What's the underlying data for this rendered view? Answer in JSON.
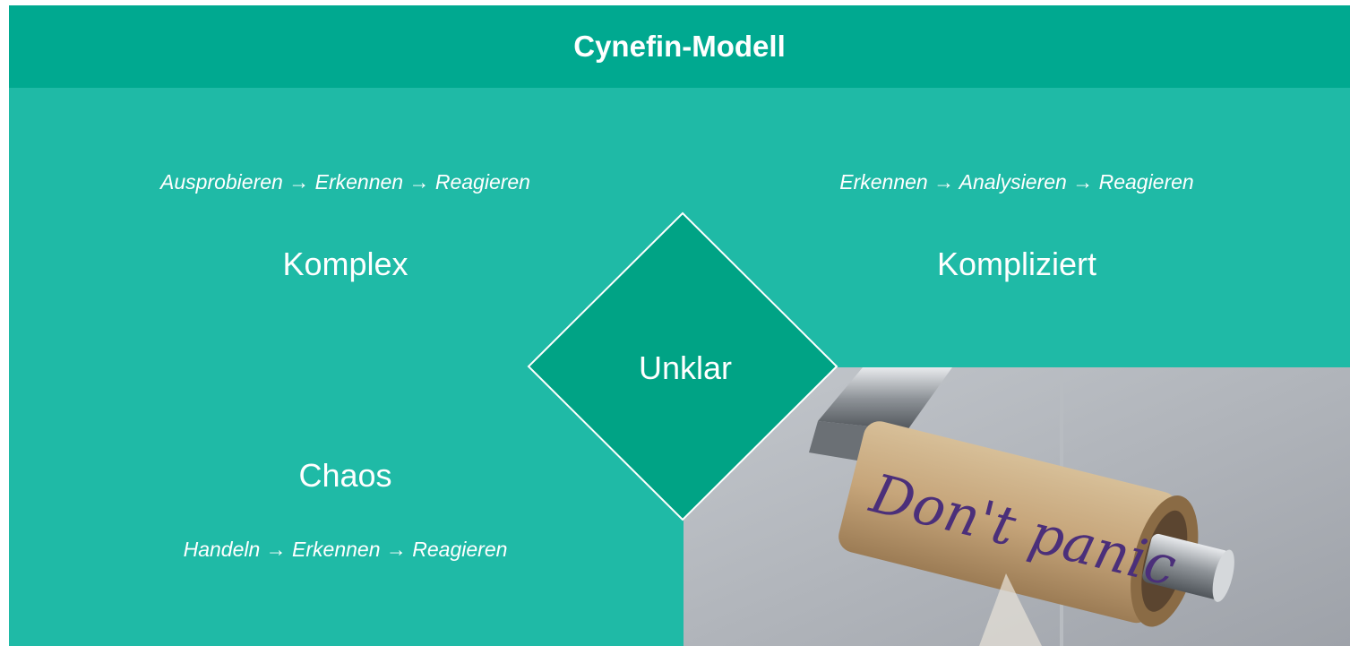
{
  "header": {
    "title": "Cynefin-Modell"
  },
  "quadrants": {
    "top_left": {
      "name": "Komplex",
      "approach": "Ausprobieren → Erkennen → Reagieren"
    },
    "top_right": {
      "name": "Kompliziert",
      "approach": "Erkennen → Analysieren → Reagieren"
    },
    "bottom_left": {
      "name": "Chaos",
      "approach": "Handeln → Erkennen → Reagieren"
    },
    "center": {
      "name": "Unklar"
    }
  },
  "photo": {
    "handwritten_text": "Don't panic"
  },
  "colors": {
    "header": "#00a990",
    "panel": "#1fbaa6",
    "diamond": "#00a385",
    "text": "#ffffff"
  }
}
